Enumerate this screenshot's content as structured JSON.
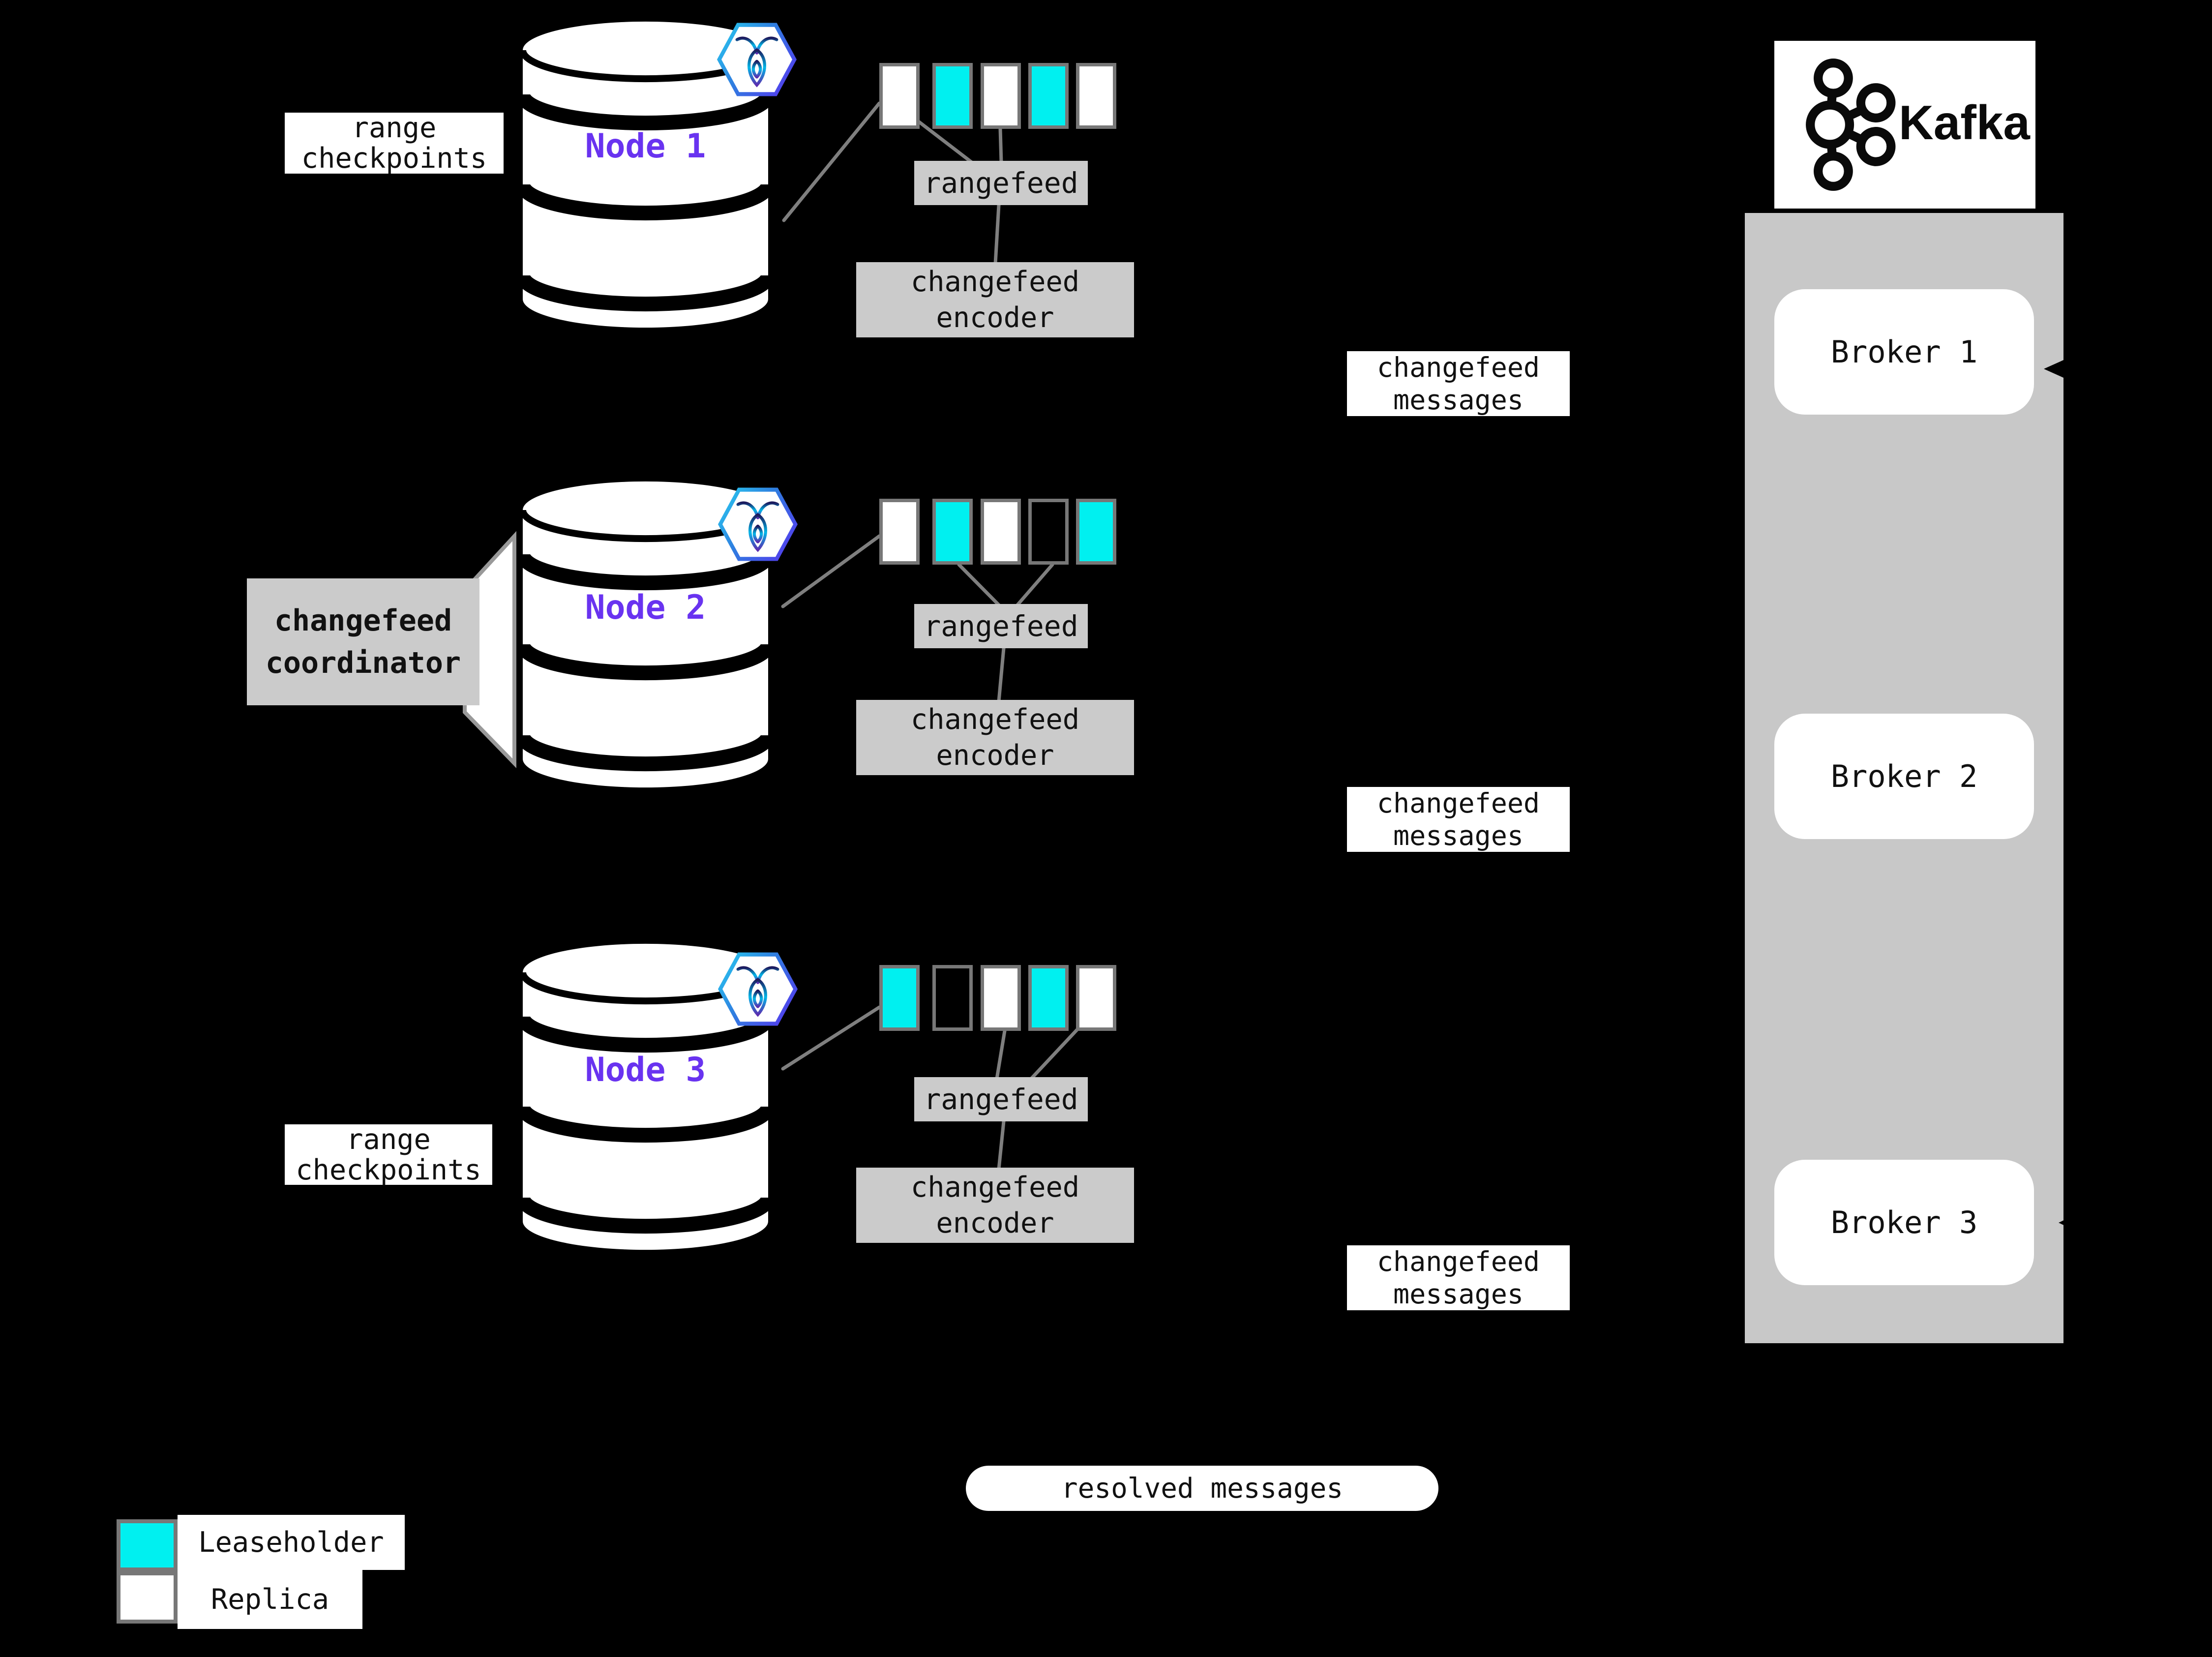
{
  "colors": {
    "background": "#000000",
    "leaseholder_cyan": "#00f0f0",
    "replica_white": "#ffffff",
    "box_gray": "#cbcbcb",
    "kafka_container_gray": "#c8c8c8",
    "line_gray": "#7f7f7f",
    "node_label_purple": "#6933f0",
    "square_border_gray": "#777777"
  },
  "nodes": [
    {
      "name": "Node 1",
      "side_label": {
        "line1": "range",
        "line2": "checkpoints"
      },
      "ranges": [
        "replica",
        "leaseholder",
        "replica",
        "leaseholder",
        "replica"
      ],
      "rangefeed_label": "rangefeed",
      "encoder": {
        "line1": "changefeed",
        "line2": "encoder"
      },
      "messages": {
        "line1": "changefeed",
        "line2": "messages"
      }
    },
    {
      "name": "Node 2",
      "side_label": {
        "line1": "changefeed",
        "line2": "coordinator"
      },
      "ranges": [
        "replica",
        "leaseholder",
        "replica",
        "empty",
        "leaseholder"
      ],
      "rangefeed_label": "rangefeed",
      "encoder": {
        "line1": "changefeed",
        "line2": "encoder"
      },
      "messages": {
        "line1": "changefeed",
        "line2": "messages"
      }
    },
    {
      "name": "Node 3",
      "side_label": {
        "line1": "range",
        "line2": "checkpoints"
      },
      "ranges": [
        "leaseholder",
        "empty",
        "replica",
        "leaseholder",
        "replica"
      ],
      "rangefeed_label": "rangefeed",
      "encoder": {
        "line1": "changefeed",
        "line2": "encoder"
      },
      "messages": {
        "line1": "changefeed",
        "line2": "messages"
      }
    }
  ],
  "kafka": {
    "wordmark": "Kafka",
    "brokers": [
      "Broker 1",
      "Broker 2",
      "Broker 3"
    ]
  },
  "resolved_label": "resolved messages",
  "legend": [
    {
      "swatch": "leaseholder",
      "label": "Leaseholder"
    },
    {
      "swatch": "replica",
      "label": "Replica"
    }
  ]
}
